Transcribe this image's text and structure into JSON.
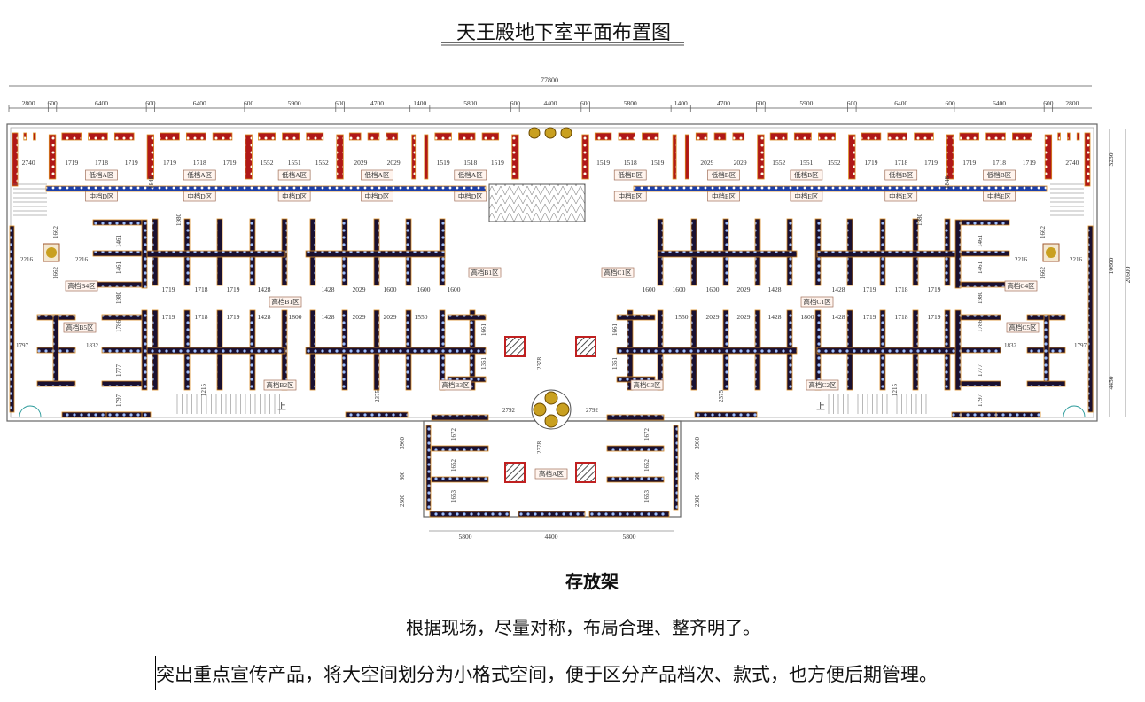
{
  "title": "天王殿地下室平面布置图",
  "plan": {
    "overall_dim": "77800",
    "top_dims": [
      "2800",
      "600",
      "6400",
      "600",
      "6400",
      "600",
      "5900",
      "600",
      "4700",
      "1400",
      "5800",
      "600",
      "4400",
      "600",
      "5800",
      "1400",
      "4700",
      "600",
      "5900",
      "600",
      "6400",
      "600",
      "6400",
      "600",
      "2800"
    ],
    "bay_dims_left": [
      "2740",
      "1719",
      "1718",
      "1719",
      "1719",
      "1718",
      "1719",
      "1552",
      "1551",
      "1552",
      "2029",
      "2029",
      "1519",
      "1518",
      "1519"
    ],
    "bay_dims_right": [
      "1519",
      "1518",
      "1519",
      "2029",
      "2029",
      "1552",
      "1551",
      "1552",
      "1719",
      "1718",
      "1719",
      "1719",
      "1718",
      "1719",
      "2740"
    ],
    "zone_top": [
      "低档A区",
      "低档A区",
      "低档A区",
      "低档A区",
      "低档A区",
      "低档B区",
      "低档B区",
      "低档B区",
      "低档B区",
      "低档B区"
    ],
    "zone_mid": [
      "中档D区",
      "中档D区",
      "中档D区",
      "中档D区",
      "中档D区",
      "中档E区",
      "中档E区",
      "中档E区",
      "中档E区",
      "中档E区"
    ],
    "zone_tags": [
      "高档B4区",
      "高档B1区",
      "高档B5区",
      "高档B2区",
      "高档B3区",
      "高档B1区",
      "高档C4区",
      "高档C1区",
      "高档C5区",
      "高档C2区",
      "高档C3区",
      "高档C1区",
      "高档A区"
    ],
    "upper_dims_left": [
      "1719",
      "1718",
      "1719",
      "1428",
      "1428",
      "2029",
      "1600",
      "1600",
      "1600"
    ],
    "upper_dims_right": [
      "1600",
      "1600",
      "1600",
      "2029",
      "1428",
      "1428",
      "1719",
      "1718",
      "1719"
    ],
    "lower_dims_left": [
      "1719",
      "1718",
      "1719",
      "1428",
      "1800",
      "1428",
      "2029",
      "2029",
      "1550"
    ],
    "lower_dims_right": [
      "1550",
      "2029",
      "2029",
      "1428",
      "1800",
      "1428",
      "1719",
      "1718",
      "1719"
    ],
    "annotations": [
      "1848",
      "1980",
      "1662",
      "1662",
      "2216",
      "2216",
      "1461",
      "1461",
      "1980",
      "1786",
      "1777",
      "1797",
      "1797",
      "1832",
      "1215",
      "2375",
      "1661",
      "1361",
      "2378",
      "2378",
      "2792",
      "2792",
      "3960",
      "600",
      "2300",
      "1672",
      "1652",
      "1653",
      "1672",
      "1652",
      "1653",
      "3960",
      "600",
      "2300",
      "1980",
      "1662",
      "1662",
      "2216",
      "2216",
      "1461",
      "1461",
      "1980",
      "1786",
      "1777",
      "1797",
      "1797",
      "1832",
      "1215",
      "2375",
      "1661",
      "1361",
      "1848"
    ],
    "side_dims": [
      "3230",
      "10600",
      "20600",
      "4450"
    ],
    "bottom_dims": [
      "5800",
      "4400",
      "5800"
    ],
    "stairs_up": [
      "上",
      "上"
    ]
  },
  "caption": {
    "heading": "存放架",
    "line1": "根据现场，尽量对称，布局合理、整齐明了。",
    "line2": "突出重点宣传产品，将大空间划分为小格式空间，便于区分产品档次、款式，也方便后期管理。"
  }
}
